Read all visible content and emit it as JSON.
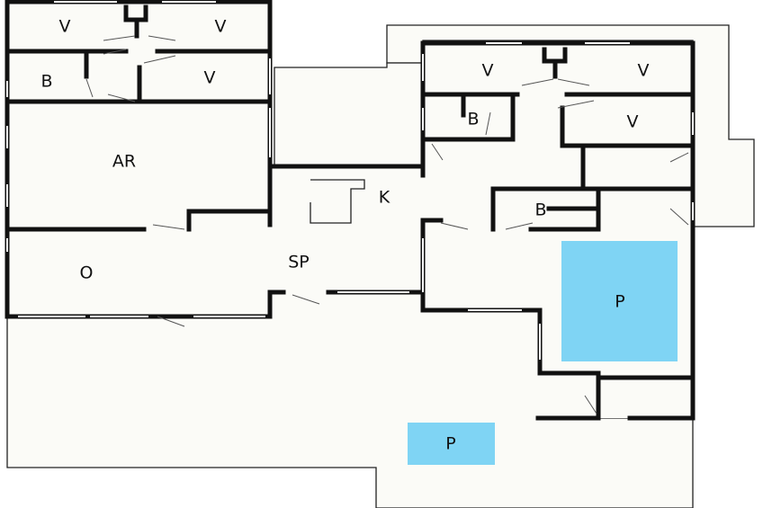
{
  "colors": {
    "background": "#ffffff",
    "floor": "#fbfbf7",
    "wall": "#111111",
    "window": "#ffffff",
    "pool": "#7fd4f4",
    "door_swing": "#555555"
  },
  "rooms": {
    "bedroom_1": "V",
    "bedroom_2": "V",
    "bedroom_3": "V",
    "bedroom_4": "V",
    "bedroom_5": "V",
    "bedroom_6": "V",
    "bath_1": "B",
    "bath_2": "B",
    "bath_3": "B",
    "utility": "AR",
    "office": "O",
    "living": "SP",
    "kitchen": "K",
    "pool_1": "P",
    "pool_2": "P"
  }
}
